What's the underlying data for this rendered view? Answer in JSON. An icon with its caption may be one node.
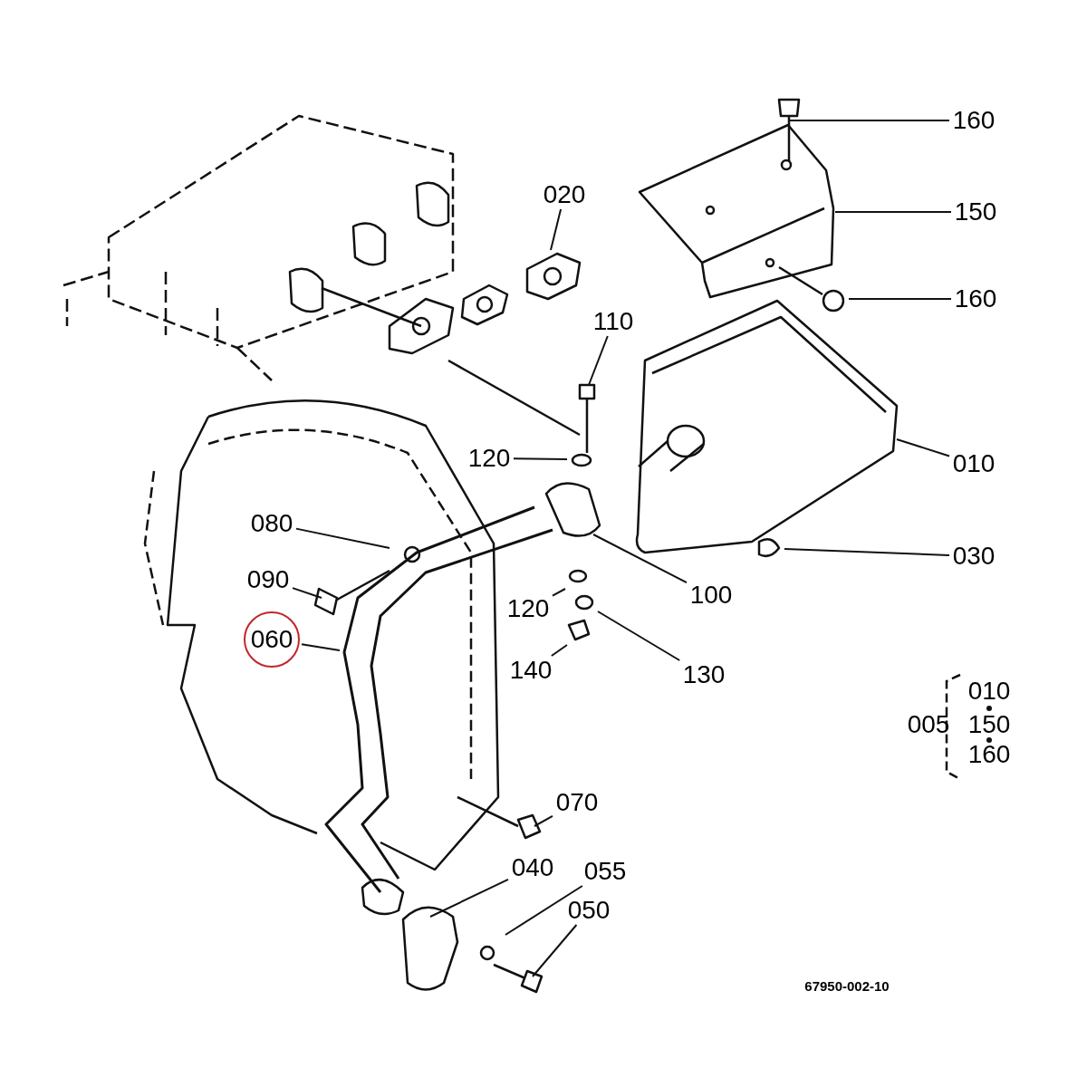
{
  "diagram": {
    "nodes": [
      {
        "text": [
          "160"
        ]
      },
      {
        "text": [
          "020"
        ]
      },
      {
        "text": [
          "150"
        ]
      },
      {
        "text": [
          "160"
        ]
      },
      {
        "text": [
          "110"
        ]
      },
      {
        "text": [
          "120"
        ]
      },
      {
        "text": [
          "010"
        ]
      },
      {
        "text": [
          "080"
        ]
      },
      {
        "text": [
          "030"
        ]
      },
      {
        "text": [
          "090"
        ]
      },
      {
        "text": [
          "100"
        ]
      },
      {
        "text": [
          "120"
        ]
      },
      {
        "text": [
          "060"
        ]
      },
      {
        "text": [
          "130"
        ]
      },
      {
        "text": [
          "140"
        ]
      },
      {
        "text": [
          "070"
        ]
      },
      {
        "text": [
          "040"
        ]
      },
      {
        "text": [
          "055"
        ]
      },
      {
        "text": [
          "050"
        ]
      }
    ],
    "edges": [
      {
        "from": 0,
        "to": null,
        "arrow": "none"
      },
      {
        "from": 1,
        "to": null,
        "arrow": "none"
      },
      {
        "from": 2,
        "to": null,
        "arrow": "none"
      },
      {
        "from": 3,
        "to": null,
        "arrow": "none"
      },
      {
        "from": 4,
        "to": null,
        "arrow": "none"
      },
      {
        "from": 5,
        "to": null,
        "arrow": "none"
      },
      {
        "from": 6,
        "to": null,
        "arrow": "none"
      },
      {
        "from": 7,
        "to": null,
        "arrow": "none"
      },
      {
        "from": 8,
        "to": null,
        "arrow": "none"
      },
      {
        "from": 9,
        "to": null,
        "arrow": "none"
      },
      {
        "from": 10,
        "to": null,
        "arrow": "none"
      },
      {
        "from": 11,
        "to": null,
        "arrow": "none"
      },
      {
        "from": 12,
        "to": null,
        "arrow": "none"
      },
      {
        "from": 13,
        "to": null,
        "arrow": "none"
      },
      {
        "from": 14,
        "to": null,
        "arrow": "none"
      },
      {
        "from": 15,
        "to": null,
        "arrow": "none"
      },
      {
        "from": 16,
        "to": null,
        "arrow": "none"
      },
      {
        "from": 17,
        "to": null,
        "arrow": "none"
      },
      {
        "from": 18,
        "to": null,
        "arrow": "none"
      }
    ],
    "labels": [
      "010",
      "005",
      "150",
      "160",
      "67950-002-10"
    ]
  }
}
